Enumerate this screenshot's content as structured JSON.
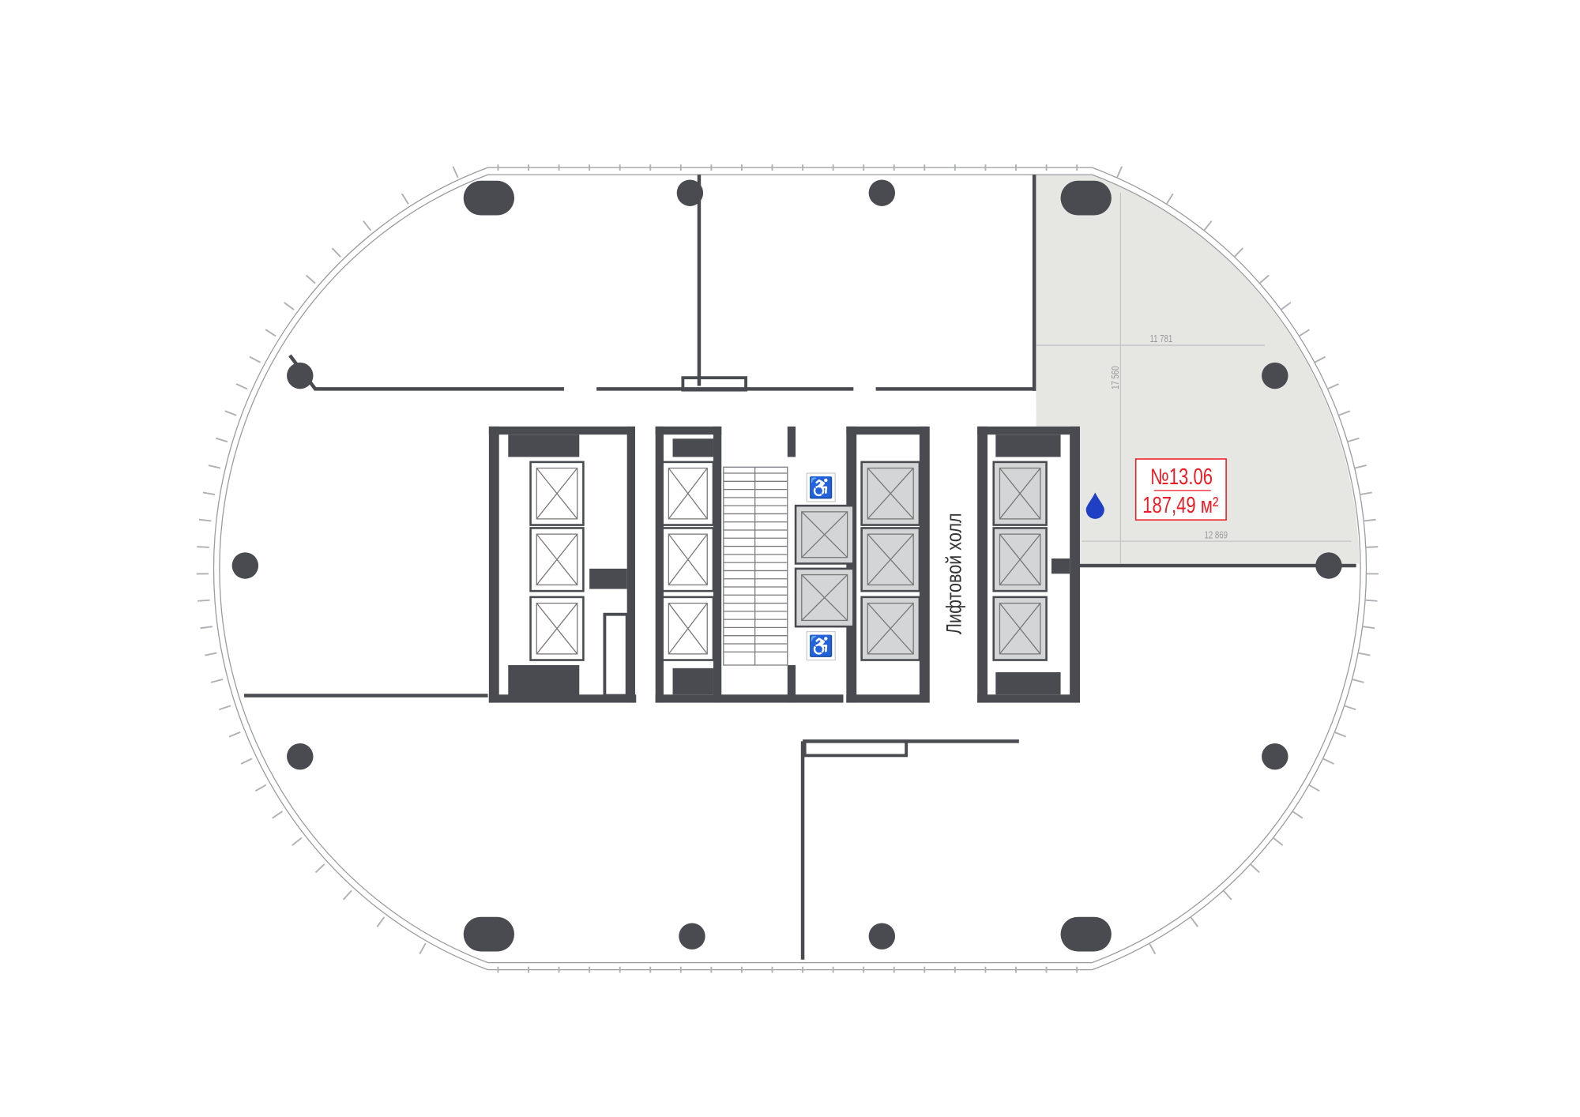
{
  "plan": {
    "hall_label": "Лифтовой холл",
    "unit": {
      "number": "№13.06",
      "area": "187,49 м²"
    },
    "dimensions": {
      "top_width": "11 781",
      "bottom_width": "12 869",
      "depth": "17 560"
    }
  },
  "colors": {
    "wall": "#4a4b50",
    "highlight": "#e6e7e3",
    "accent": "#ee1c24",
    "water": "#1f3fc4",
    "elevator": "#d3d5d6"
  },
  "icons": [
    "water-drop-icon",
    "wheelchair-icon",
    "elevator-icon"
  ]
}
